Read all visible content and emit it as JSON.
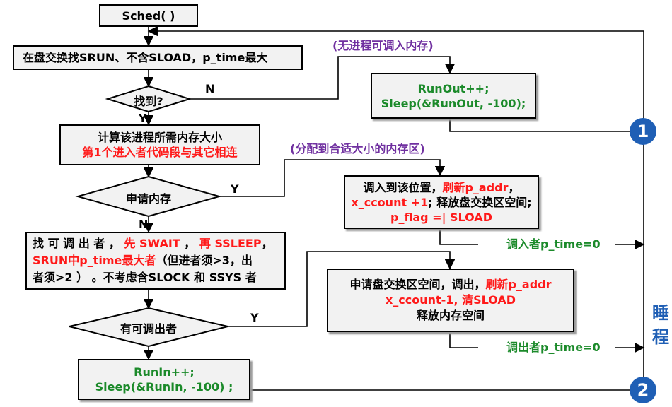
{
  "nodes": {
    "sched": "Sched( )",
    "find": "在盘交换找SRUN、不含SLOAD，p_time最大",
    "found_decision": "找到?",
    "calc_l1": "计算该进程所需内存大小",
    "calc_l2": "第1个进入者代码段与其它相连",
    "alloc_decision": "申请内存",
    "findout_l1": "找 可 调 出 者 ， ",
    "findout_l1_red1": "先 SWAIT",
    "findout_l1_sep": " ， ",
    "findout_l1_red2": "再 SSLEEP",
    "findout_l1_end": "，",
    "findout_l2_red": "SRUN中p_time最大者",
    "findout_l2_blk": "（但进者须>3，出",
    "findout_l3": "者须>2 ） 。不考虑含SLOCK 和 SSYS 者",
    "out_decision": "有可调出者",
    "runin_l1": "RunIn++;",
    "runin_l2": "Sleep(&RunIn, -100) ;",
    "runout_l1": "RunOut++;",
    "runout_l2": "Sleep(&RunOut, -100);",
    "swapin_l1": "调入到该位置，",
    "swapin_l1_red": "刷新p_addr",
    "swapin_l1_end": "，",
    "swapin_l2_red": "x_ccount +1",
    "swapin_l2_blk": "; 释放盘交换区空间;",
    "swapin_l3_red": "p_flag =| SLOAD",
    "swapout_l1": "申请盘交换区空间，调出，",
    "swapout_l1_red": "刷新p_addr",
    "swapout_l2_red": "x_ccount-1, 清SLOAD",
    "swapout_l3": "释放内存空间"
  },
  "labels": {
    "no_process": "(无进程可调入内存)",
    "alloc_ok": "(分配到合适大小的内存区)",
    "n1": "N",
    "y1": "Y",
    "y2": "Y",
    "n2": "N",
    "y3": "Y",
    "swapin_time": "调入者p_time=0",
    "swapout_time": "调出者p_time=0",
    "circle1": "1",
    "circle2": "2",
    "side1": "睡",
    "side2": "程"
  },
  "colors": {
    "green": "#1b8a2a",
    "red": "#ff1a1a",
    "purple": "#7030a0",
    "blue": "#1f5fb5",
    "box_fill": "#f2f2f2"
  }
}
